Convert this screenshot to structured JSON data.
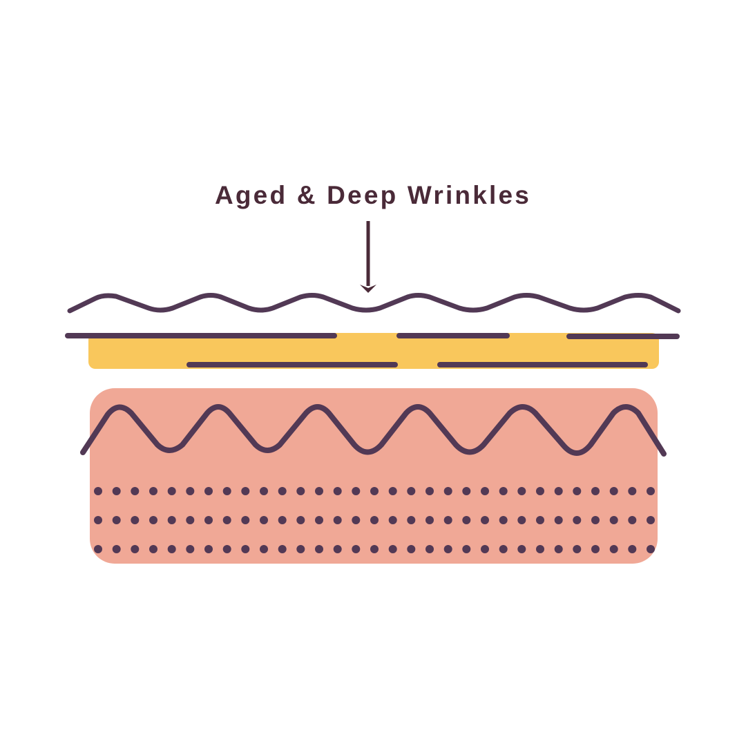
{
  "diagram": {
    "title": "Aged & Deep Wrinkles",
    "colors": {
      "background": "#ffffff",
      "title_text": "#4a2a38",
      "line": "#523955",
      "epidermis": "#f9c75c",
      "dermis": "#f0a896"
    },
    "layers": [
      {
        "name": "skin-surface-wave",
        "description": "wavy skin surface line"
      },
      {
        "name": "epidermis",
        "description": "yellow layer with broken horizontal lines"
      },
      {
        "name": "dermis",
        "description": "pink layer with deep zigzag wrinkle line and three rows of dots"
      }
    ],
    "dot_rows": 3,
    "dots_per_row": 31
  }
}
